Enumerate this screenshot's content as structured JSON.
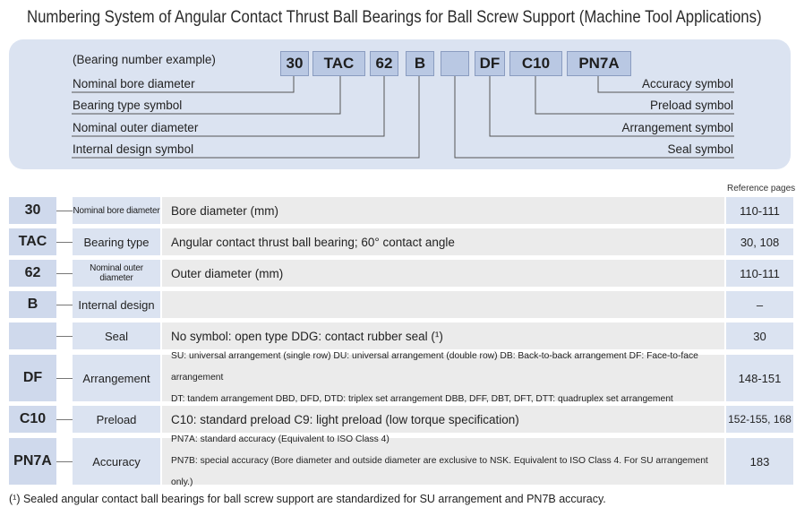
{
  "title": "Numbering System of Angular Contact Thrust Ball Bearings for Ball Screw Support (Machine Tool Applications)",
  "example": {
    "heading": "(Bearing number example)",
    "codes": [
      "30",
      "TAC",
      "62",
      "B",
      "",
      "DF",
      "C10",
      "PN7A"
    ],
    "left_labels": [
      "Nominal bore diameter",
      "Bearing type symbol",
      "Nominal outer diameter",
      "Internal design symbol"
    ],
    "right_labels": [
      "Accuracy symbol",
      "Preload symbol",
      "Arrangement symbol",
      "Seal symbol"
    ]
  },
  "table": {
    "ref_header": "Reference pages",
    "rows": [
      {
        "code": "30",
        "name": "Nominal bore diameter",
        "desc": "Bore diameter (mm)",
        "ref": "110-111"
      },
      {
        "code": "TAC",
        "name": "Bearing type",
        "desc": "Angular contact thrust ball bearing; 60° contact angle",
        "ref": "30, 108"
      },
      {
        "code": "62",
        "name": "Nominal outer diameter",
        "desc": "Outer diameter (mm)",
        "ref": "110-111"
      },
      {
        "code": "B",
        "name": "Internal design",
        "desc": "",
        "ref": "–"
      },
      {
        "code": "",
        "name": "Seal",
        "desc": "No symbol: open type  DDG: contact rubber seal (¹)",
        "ref": "30"
      },
      {
        "code": "DF",
        "name": "Arrangement",
        "desc1": "SU: universal arrangement (single row)  DU: universal arrangement (double row)  DB: Back-to-back arrangement  DF: Face-to-face arrangement",
        "desc2": "DT: tandem arrangement  DBD, DFD, DTD: triplex set arrangement  DBB, DFF, DBT, DFT, DTT: quadruplex set arrangement",
        "ref": "148-151"
      },
      {
        "code": "C10",
        "name": "Preload",
        "desc": "C10: standard preload  C9: light preload (low torque specification)",
        "ref": "152-155, 168"
      },
      {
        "code": "PN7A",
        "name": "Accuracy",
        "desc1": "PN7A: standard accuracy (Equivalent to ISO Class 4)",
        "desc2": "PN7B: special accuracy (Bore diameter and outside diameter are exclusive to NSK. Equivalent to ISO Class 4. For SU arrangement only.)",
        "ref": "183"
      }
    ]
  },
  "footnote": "(¹) Sealed angular contact ball bearings for ball screw support are standardized for SU arrangement and PN7B accuracy."
}
